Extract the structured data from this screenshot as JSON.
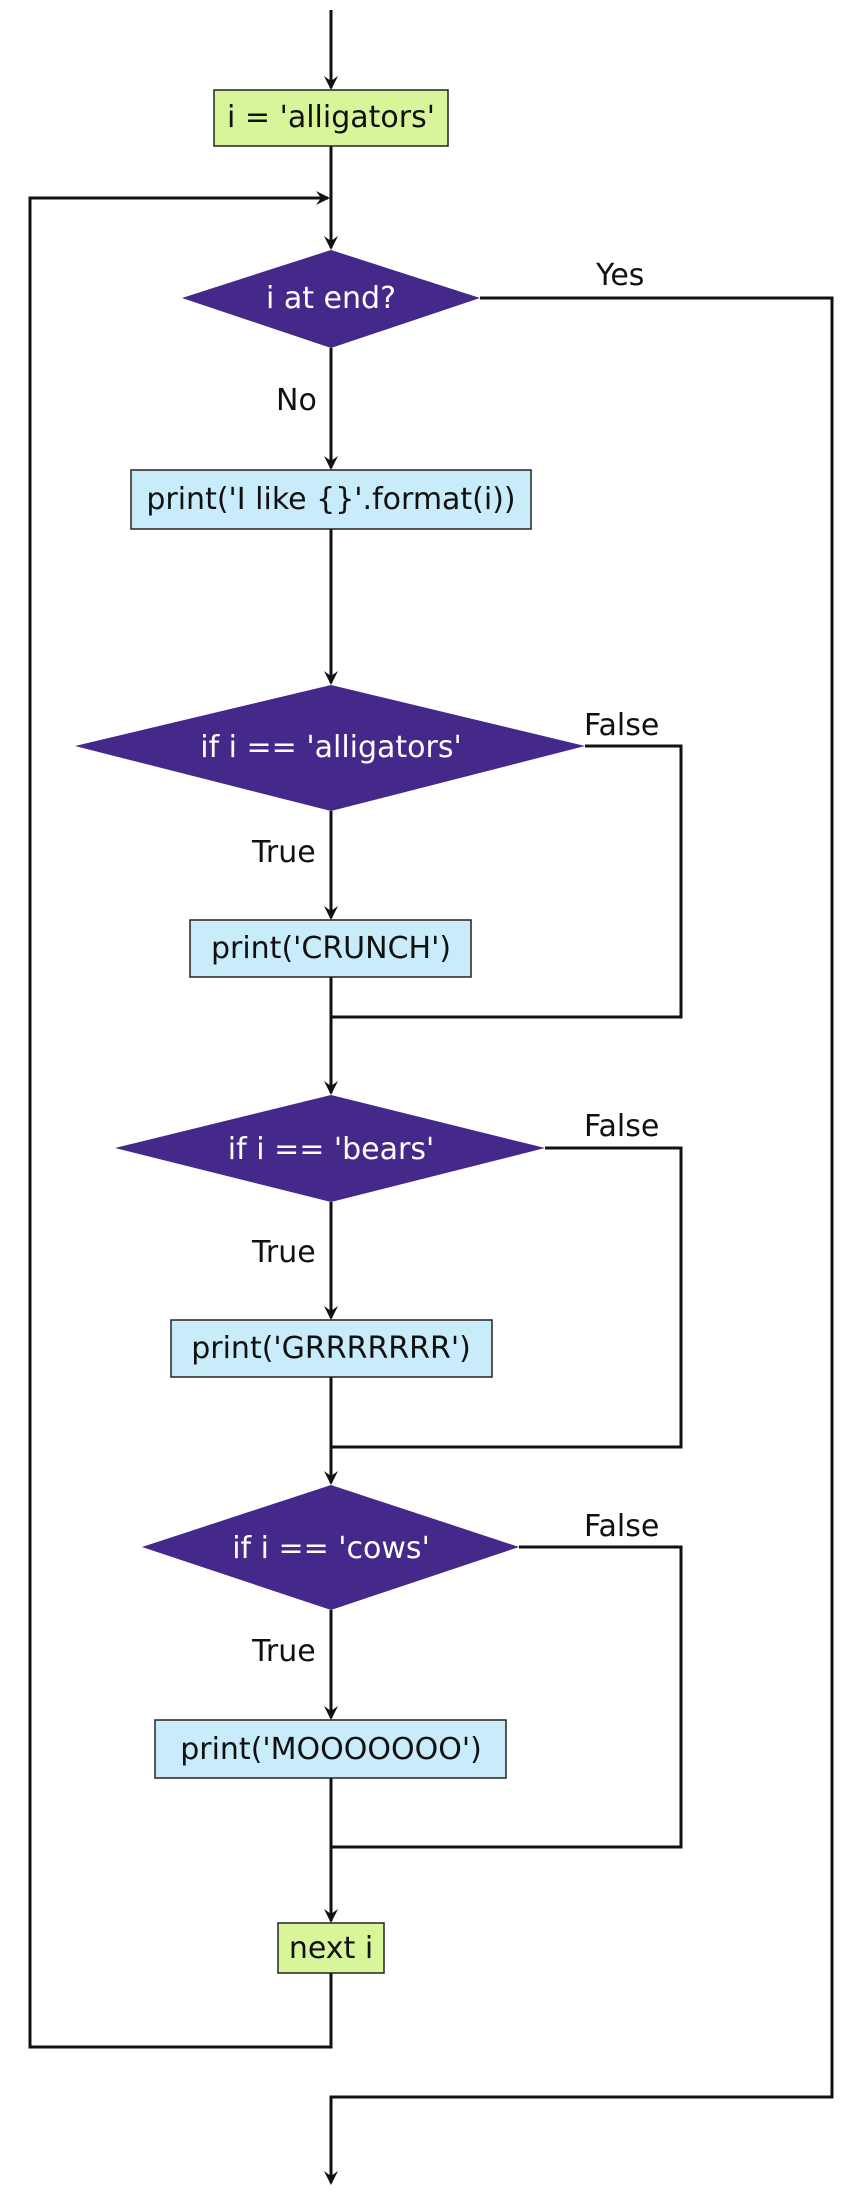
{
  "colors": {
    "start_fill": "#d9f59a",
    "process_fill": "#c9ecfb",
    "decision_fill": "#45298a",
    "box_stroke": "#222222",
    "edge": "#111111"
  },
  "nodes": {
    "init": "i = 'alligators'",
    "loop_check": "i at end?",
    "print_like": "print('I like {}'.format(i))",
    "if_alligators": "if i == 'alligators'",
    "crunch": "print('CRUNCH')",
    "if_bears": "if i == 'bears'",
    "grrr": "print('GRRRRRRR')",
    "if_cows": "if i == 'cows'",
    "moo": "print('MOOOOOOO')",
    "next": "next i"
  },
  "edge_labels": {
    "yes": "Yes",
    "no": "No",
    "true_1": "True",
    "false_1": "False",
    "true_2": "True",
    "false_2": "False",
    "true_3": "True",
    "false_3": "False"
  }
}
